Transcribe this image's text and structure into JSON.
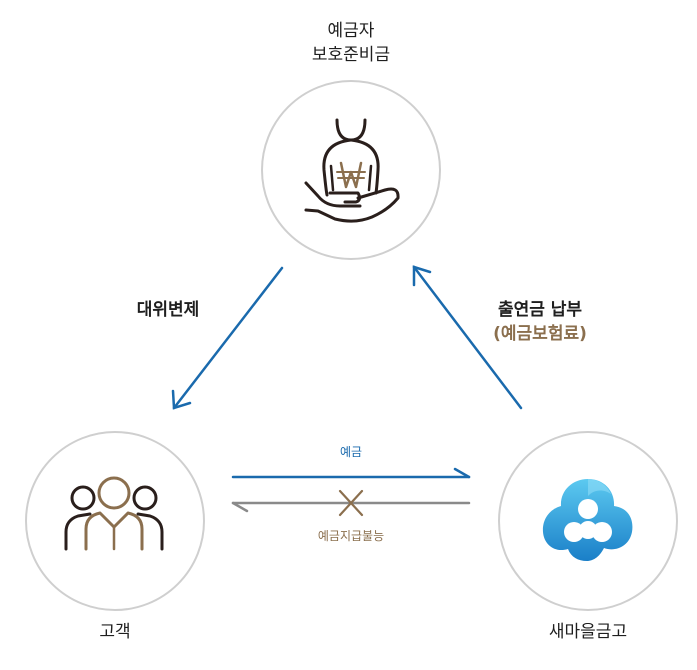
{
  "top_node": {
    "line1": "예금자",
    "line2": "보호준비금",
    "icon": "money-bag-in-hand-icon"
  },
  "left_node": {
    "label": "고객",
    "icon": "people-group-icon"
  },
  "right_node": {
    "label": "새마을금고",
    "icon": "cloud-logo-icon"
  },
  "left_edge": {
    "label": "대위변제"
  },
  "right_edge": {
    "label_line1": "출연금 납부",
    "label_line2": "(예금보험료)"
  },
  "bottom_edges": {
    "forward_label": "예금",
    "backward_label": "예금지급불능"
  },
  "colors": {
    "blue_arrow": "#1a6aad",
    "brown_accent": "#8b6f4e",
    "grey_arrow": "#8a8a8a",
    "circle_stroke": "#cfcfcf",
    "icon_dark": "#2a1f1c",
    "logo_blue": "#1e9ad6",
    "logo_light_blue": "#4fc0ec"
  }
}
